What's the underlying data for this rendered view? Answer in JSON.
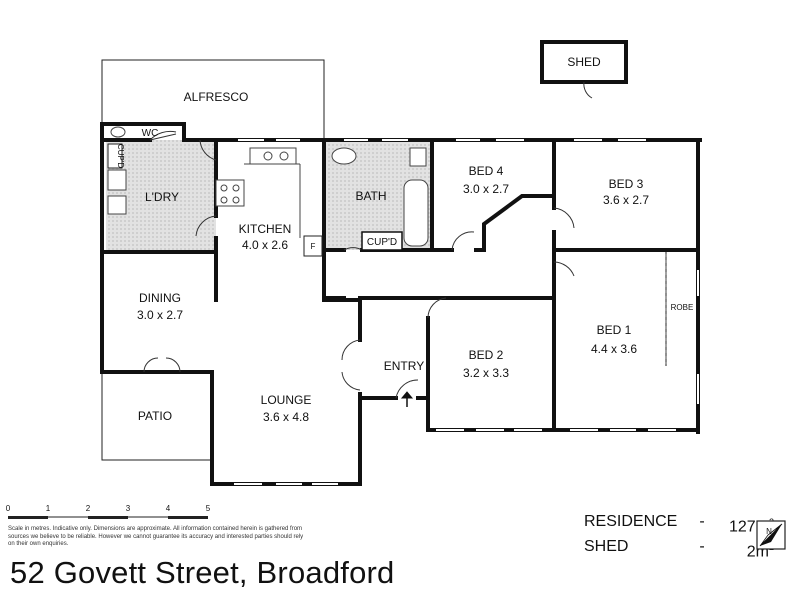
{
  "rooms": {
    "alfresco": "ALFRESCO",
    "shed": "SHED",
    "wc": "WC",
    "laundry_cupboard": "CUP'D",
    "laundry": "L'DRY",
    "kitchen": "KITCHEN",
    "kitchen_dim": "4.0 x 2.6",
    "fridge": "F",
    "bath": "BATH",
    "bath_cupboard": "CUP'D",
    "bed4": "BED 4",
    "bed4_dim": "3.0 x 2.7",
    "bed3": "BED 3",
    "bed3_dim": "3.6 x 2.7",
    "dining": "DINING",
    "dining_dim": "3.0 x 2.7",
    "robe": "ROBE",
    "bed1": "BED 1",
    "bed1_dim": "4.4 x 3.6",
    "entry": "ENTRY",
    "bed2": "BED 2",
    "bed2_dim": "3.2 x 3.3",
    "patio": "PATIO",
    "lounge": "LOUNGE",
    "lounge_dim": "3.6 x 4.8"
  },
  "scale_bar": {
    "ticks": [
      "0",
      "1",
      "2",
      "3",
      "4",
      "5"
    ],
    "note": "Scale in metres. Indicative only. Dimensions are approximate. All information contained herein is gathered from sources we believe to be reliable. However we cannot guarantee its accuracy and interested parties should rely on their own enquiries."
  },
  "areas": [
    {
      "name": "RESIDENCE",
      "dash": "-",
      "value": "127m",
      "unit_sup": "2"
    },
    {
      "name": "SHED",
      "dash": "-",
      "value": "2m",
      "unit_sup": "2"
    }
  ],
  "compass_label": "N",
  "address": "52 Govett Street, Broadford"
}
